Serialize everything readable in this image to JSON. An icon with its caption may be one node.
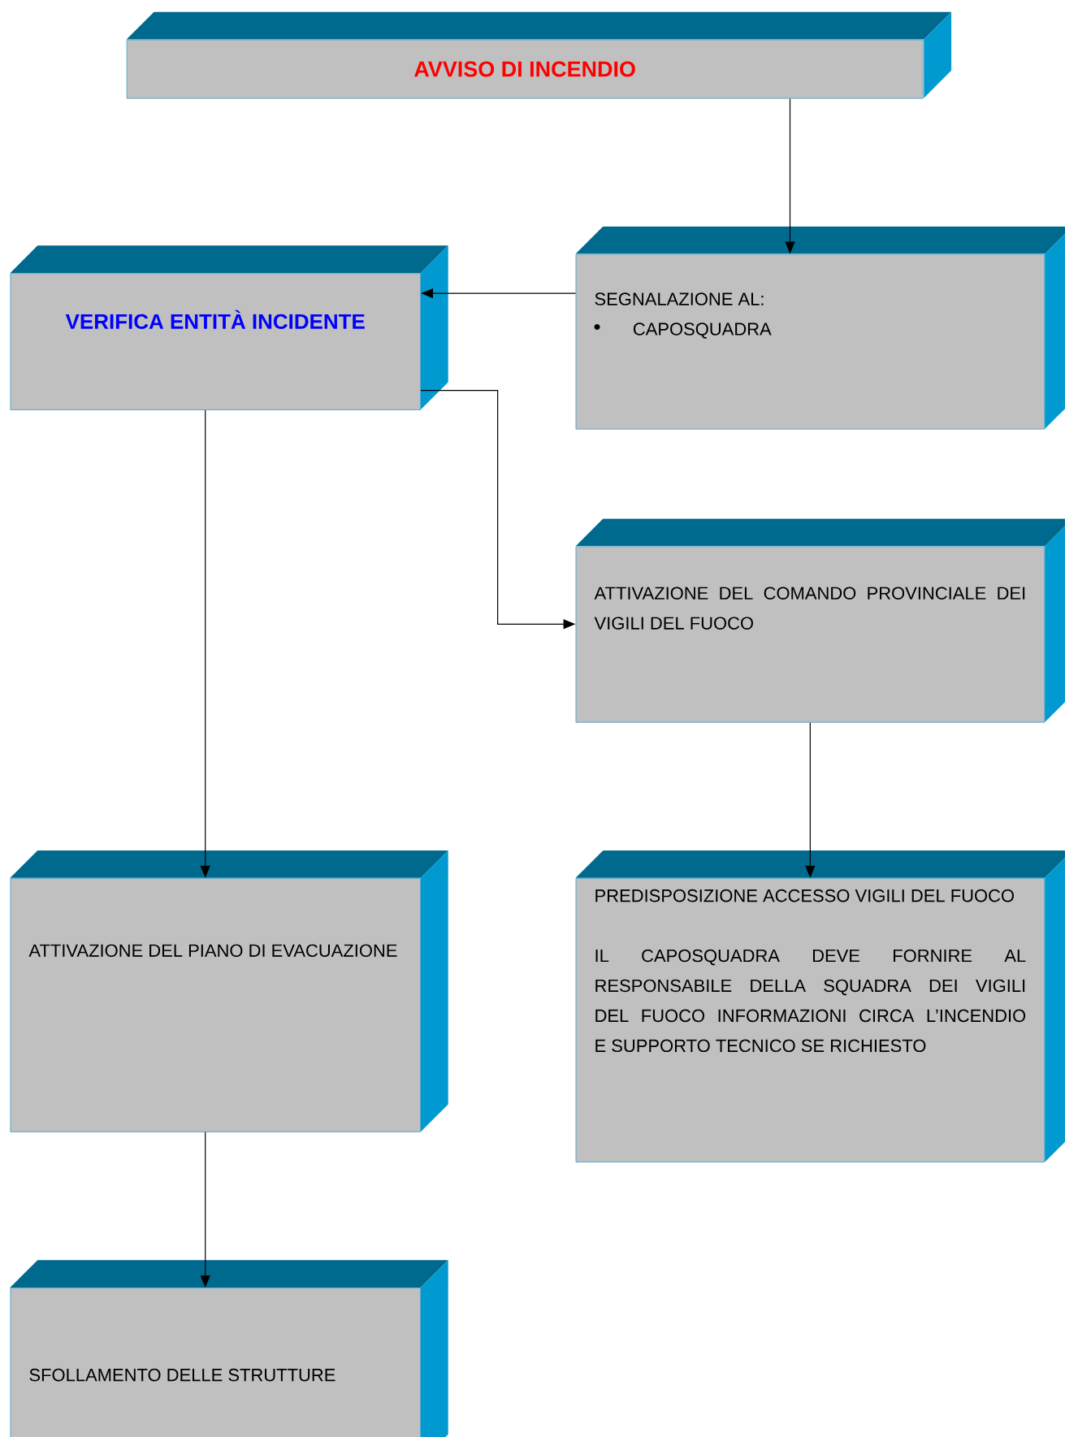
{
  "diagram": {
    "nodes": [
      {
        "text": [
          "AVVISO DI INCENDIO"
        ]
      },
      {
        "text": [
          "VERIFICA ENTITÀ INCIDENTE"
        ]
      },
      {
        "text": [
          "SEGNALAZIONE AL:",
          "CAPOSQUADRA"
        ]
      },
      {
        "text": [
          "ATTIVAZIONE DEL COMANDO PROVINCIALE DEI VIGILI DEL FUOCO"
        ]
      },
      {
        "text": [
          "ATTIVAZIONE DEL PIANO DI EVACUAZIONE"
        ]
      },
      {
        "text": [
          "PREDISPOSIZIONE ACCESSO VIGILI DEL FUOCO",
          "IL CAPOSQUADRA DEVE FORNIRE AL RESPONSABILE DELLA SQUADRA DEI VIGILI DEL FUOCO INFORMAZIONI CIRCA L’INCENDIO E SUPPORTO TECNICO SE RICHIESTO"
        ]
      },
      {
        "text": [
          "SFOLLAMENTO DELLE STRUTTURE"
        ]
      }
    ],
    "edges": [
      {
        "from": 0,
        "to": 2,
        "arrow": "to"
      },
      {
        "from": 2,
        "to": 1,
        "arrow": "to"
      },
      {
        "from": 1,
        "to": 3,
        "arrow": "to"
      },
      {
        "from": 1,
        "to": 4,
        "arrow": "to"
      },
      {
        "from": 3,
        "to": 5,
        "arrow": "to"
      },
      {
        "from": 4,
        "to": 6,
        "arrow": "to"
      }
    ]
  }
}
